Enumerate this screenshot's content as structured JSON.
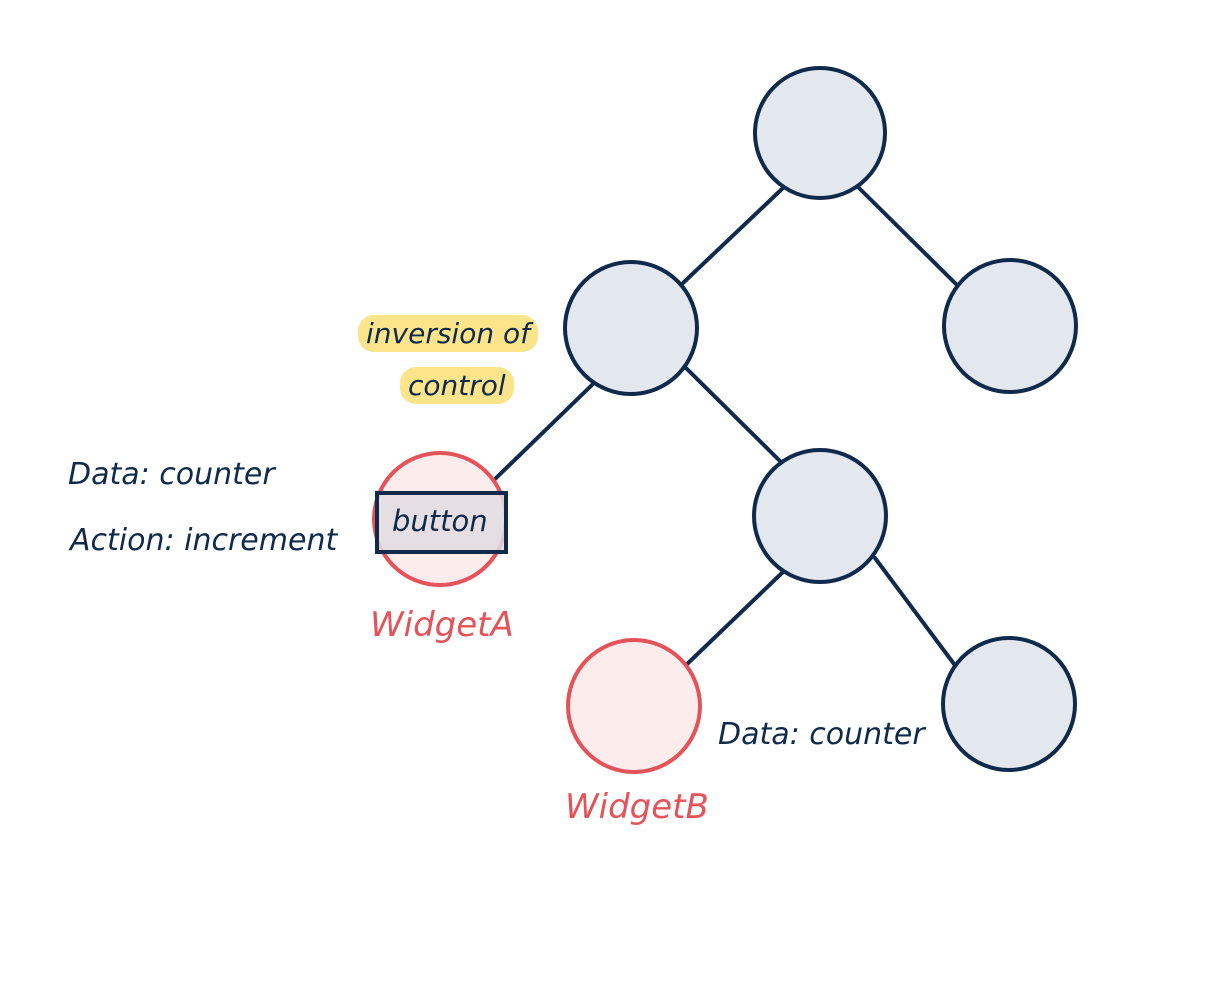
{
  "labels": {
    "inversion_line1": "inversion of",
    "inversion_line2": "control",
    "widget_a_data": "Data: counter",
    "widget_a_action": "Action: increment",
    "button": "button",
    "widget_a": "WidgetA",
    "widget_b": "WidgetB",
    "widget_b_data": "Data: counter"
  },
  "colors": {
    "stroke_dark": "#0f2a4a",
    "fill_node": "#e3e8ee",
    "stroke_red": "#e5535a",
    "fill_red": "#fdecec",
    "highlight": "#fbe48a",
    "button_fill": "#e0dde3"
  }
}
